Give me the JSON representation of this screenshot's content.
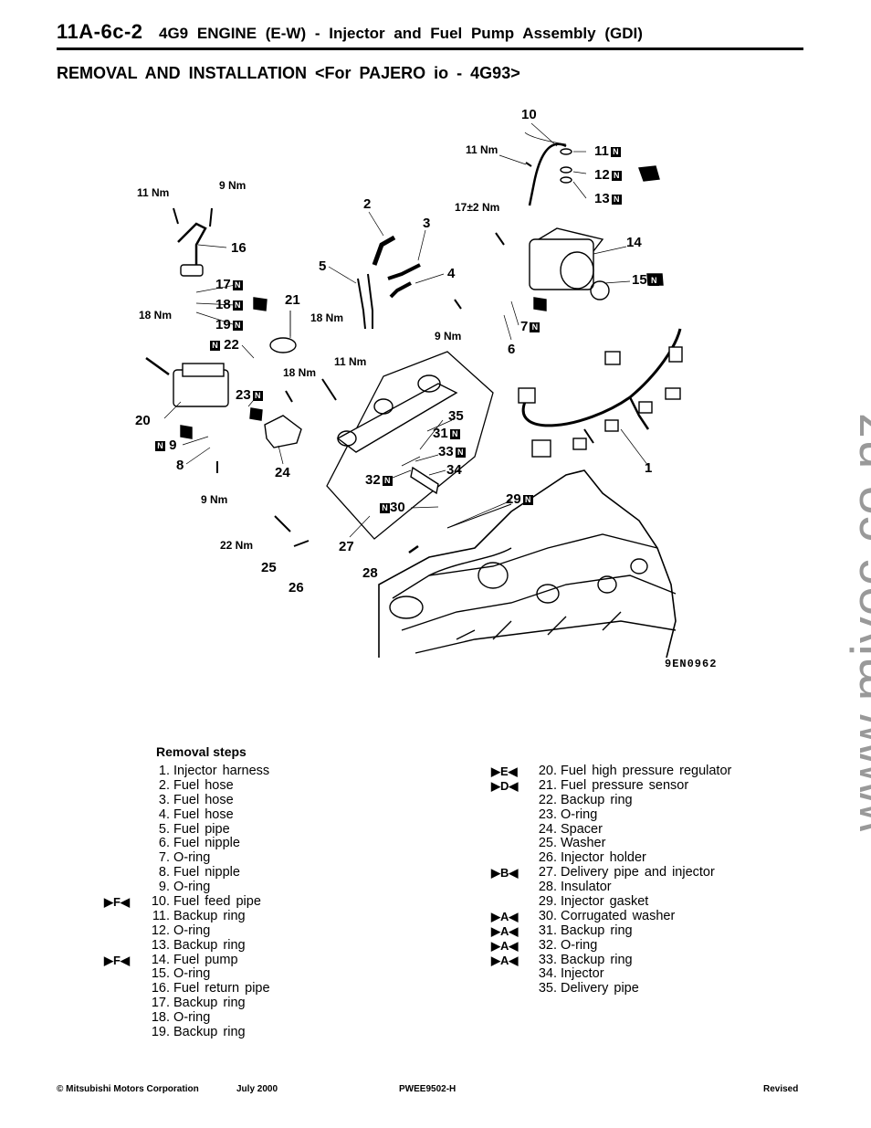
{
  "header": {
    "code": "11A-6c-2",
    "title": "4G9 ENGINE (E-W)  -  Injector and Fuel Pump Assembly (GDI)"
  },
  "section_title": "REMOVAL AND INSTALLATION <For PAJERO io  -  4G93>",
  "diagram": {
    "figure_code": "9EN0962",
    "torque": {
      "t11a": "11 Nm",
      "t9a": "9  Nm",
      "t11b": "11 Nm",
      "t17": "17±2 Nm",
      "t18a": "18 Nm",
      "t18b": "18  Nm",
      "t18c": "18 Nm",
      "t11c": "11 Nm",
      "t9b": "9  Nm",
      "t9c": "9  Nm",
      "t22": "22  Nm"
    },
    "callouts": {
      "c1": "1",
      "c2": "2",
      "c3": "3",
      "c4": "4",
      "c5": "5",
      "c6": "6",
      "c7": "7",
      "c8": "8",
      "c9": "9",
      "c10": "10",
      "c11": "11",
      "c12": "12",
      "c13": "13",
      "c14": "14",
      "c15": "15",
      "c16": "16",
      "c17": "17",
      "c18": "18",
      "c19": "19",
      "c20": "20",
      "c21": "21",
      "c22": "22",
      "c23": "23",
      "c24": "24",
      "c25": "25",
      "c26": "26",
      "c27": "27",
      "c28": "28",
      "c29": "29",
      "c30": "30",
      "c31": "31",
      "c32": "32",
      "c33": "33",
      "c34": "34",
      "c35": "35"
    },
    "new_part_mark": "N"
  },
  "removal": {
    "title": "Removal steps",
    "left": [
      {
        "num": "1.",
        "text": "Injector  harness",
        "mark": ""
      },
      {
        "num": "2.",
        "text": "Fuel  hose",
        "mark": ""
      },
      {
        "num": "3.",
        "text": "Fuel  hose",
        "mark": ""
      },
      {
        "num": "4.",
        "text": "Fuel  hose",
        "mark": ""
      },
      {
        "num": "5.",
        "text": "Fuel  pipe",
        "mark": ""
      },
      {
        "num": "6.",
        "text": "Fuel  nipple",
        "mark": ""
      },
      {
        "num": "7.",
        "text": "O-ring",
        "mark": ""
      },
      {
        "num": "8.",
        "text": "Fuel  nipple",
        "mark": ""
      },
      {
        "num": "9.",
        "text": "O-ring",
        "mark": ""
      },
      {
        "num": "10.",
        "text": "Fuel  feed  pipe",
        "mark": "▶F◀"
      },
      {
        "num": "11.",
        "text": "Backup  ring",
        "mark": ""
      },
      {
        "num": "12.",
        "text": "O-ring",
        "mark": ""
      },
      {
        "num": "13.",
        "text": "Backup  ring",
        "mark": ""
      },
      {
        "num": "14.",
        "text": "Fuel  pump",
        "mark": "▶F◀"
      },
      {
        "num": "15.",
        "text": "O-ring",
        "mark": ""
      },
      {
        "num": "16.",
        "text": "Fuel  return  pipe",
        "mark": ""
      },
      {
        "num": "17.",
        "text": "Backup  ring",
        "mark": ""
      },
      {
        "num": "18.",
        "text": "O-ring",
        "mark": ""
      },
      {
        "num": "19.",
        "text": "Backup  ring",
        "mark": ""
      }
    ],
    "right": [
      {
        "num": "20.",
        "text": "Fuel  high  pressure  regulator",
        "mark": "▶E◀"
      },
      {
        "num": "21.",
        "text": "Fuel  pressure  sensor",
        "mark": "▶D◀"
      },
      {
        "num": "22.",
        "text": "Backup  ring",
        "mark": ""
      },
      {
        "num": "23.",
        "text": "O-ring",
        "mark": ""
      },
      {
        "num": "24.",
        "text": "Spacer",
        "mark": ""
      },
      {
        "num": "25.",
        "text": "Washer",
        "mark": ""
      },
      {
        "num": "26.",
        "text": "Injector  holder",
        "mark": ""
      },
      {
        "num": "27.",
        "text": "Delivery  pipe  and  injector",
        "mark": "▶B◀"
      },
      {
        "num": "28.",
        "text": "Insulator",
        "mark": ""
      },
      {
        "num": "29.",
        "text": "Injector  gasket",
        "mark": ""
      },
      {
        "num": "30.",
        "text": "Corrugated  washer",
        "mark": "▶A◀"
      },
      {
        "num": "31.",
        "text": "Backup  ring",
        "mark": "▶A◀"
      },
      {
        "num": "32.",
        "text": "O-ring",
        "mark": "▶A◀"
      },
      {
        "num": "33.",
        "text": "Backup  ring",
        "mark": "▶A◀"
      },
      {
        "num": "34.",
        "text": "Injector",
        "mark": ""
      },
      {
        "num": "35.",
        "text": "Delivery  pipe",
        "mark": ""
      }
    ]
  },
  "footer": {
    "copyright": "© Mitsubishi Motors Corporation",
    "date": "July 2000",
    "doc_code": "PWEE9502-H",
    "status": "Revised"
  },
  "watermark": "www.mivec.co.nz"
}
